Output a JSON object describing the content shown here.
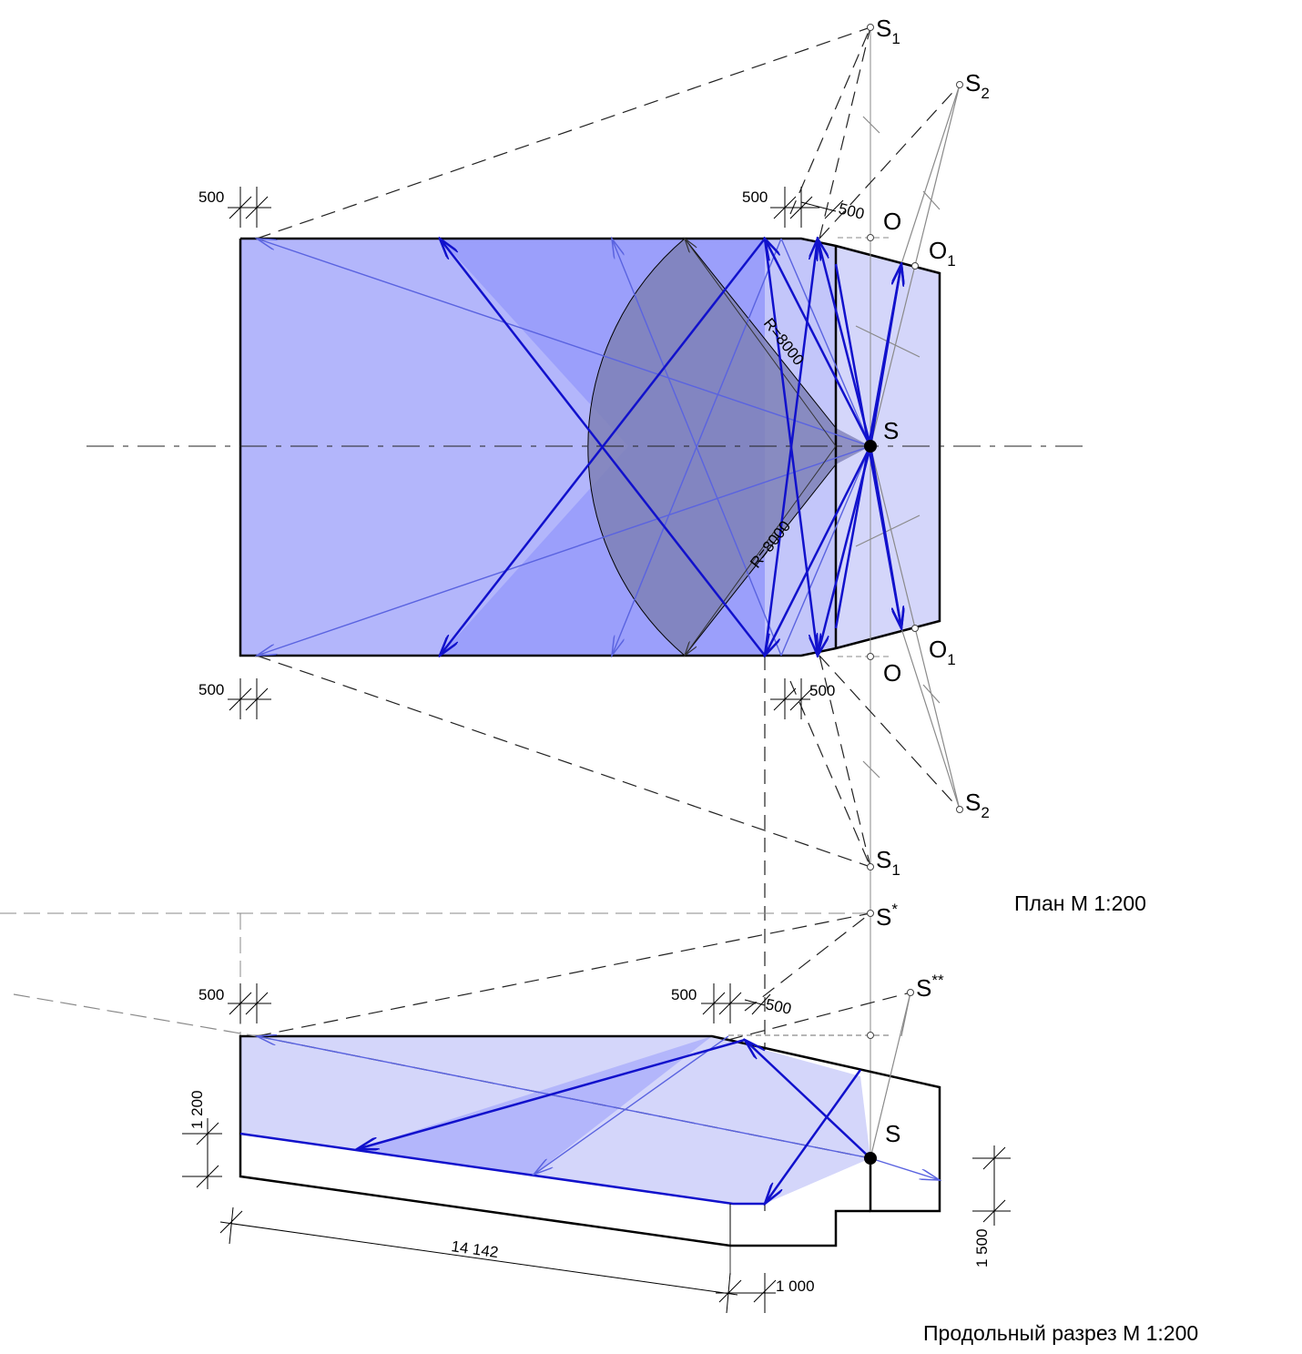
{
  "points": {
    "s1_top": "S",
    "s1_top_sub": "1",
    "s2_top": "S",
    "s2_top_sub": "2",
    "o_top": "O",
    "o1_top": "O",
    "o1_top_sub": "1",
    "s_plan": "S",
    "o1_bottom": "O",
    "o1_bottom_sub": "1",
    "o_bottom": "O",
    "s2_bottom": "S",
    "s2_bottom_sub": "2",
    "s1_bottom": "S",
    "s1_bottom_sub": "1",
    "s_star": "S",
    "s_star_sup": "*",
    "s_dstar": "S",
    "s_dstar_sup": "**",
    "s_section": "S"
  },
  "dimensions": {
    "plan_left_top": "500",
    "plan_right_top_a": "500",
    "plan_right_top_b": "500",
    "plan_left_bottom": "500",
    "plan_right_bottom": "500",
    "radius_top": "R=8000",
    "radius_bottom": "R=8000",
    "sec_left_top": "500",
    "sec_right_top_a": "500",
    "sec_right_top_b": "500",
    "sec_height_left": "1 200",
    "sec_length": "14 142",
    "sec_step": "1 000",
    "sec_height_right": "1 500"
  },
  "captions": {
    "plan": "План   М 1:200",
    "section": "Продольный разрез   М 1:200"
  },
  "colors": {
    "fill_light": "#d4d6fa",
    "fill_mid": "#b3b6fb",
    "fill_strong": "#9b9ffb",
    "lens_gray": "#7e80b6",
    "ray_strong": "#1111cc",
    "ray_light": "#5a63e0",
    "outline": "#000000",
    "construction": "#8a8a8a"
  }
}
